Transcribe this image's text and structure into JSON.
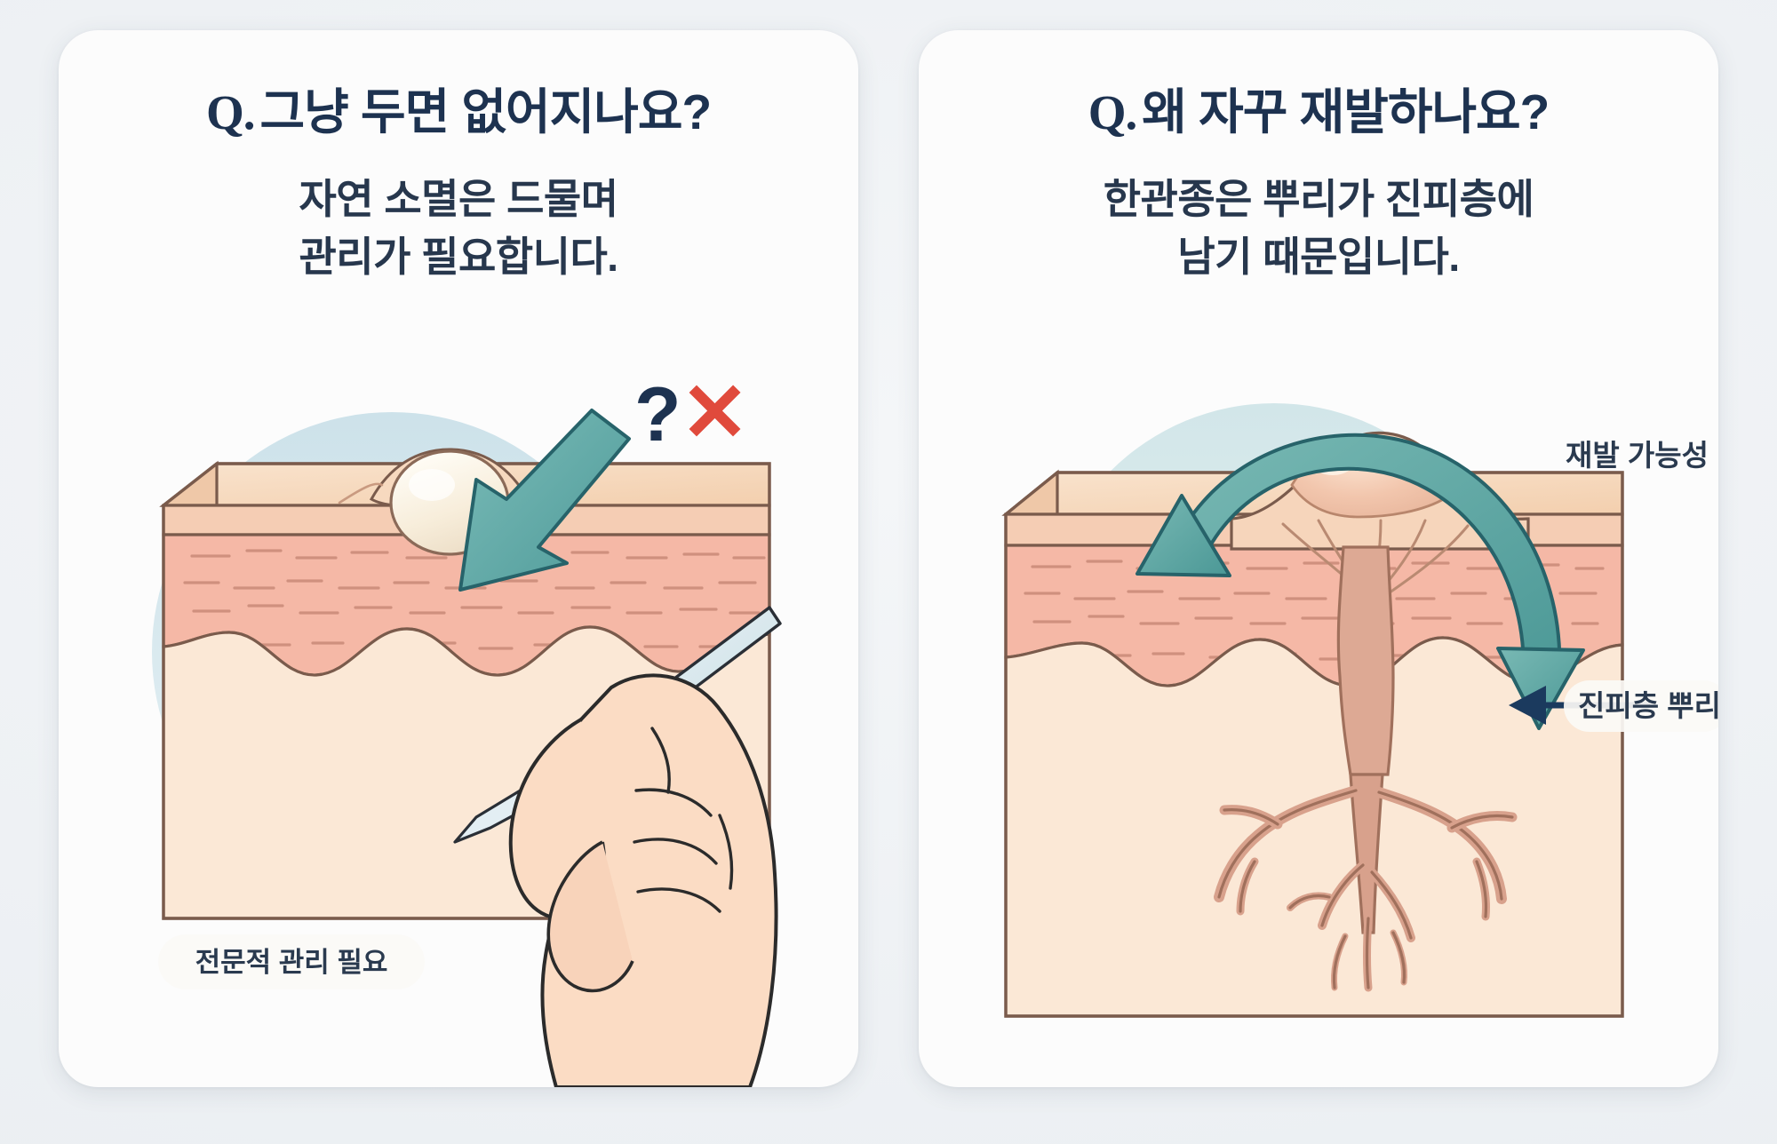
{
  "background_color": "#eef1f4",
  "cards": [
    {
      "id": "card-natural-resolution",
      "q_prefix": "Q.",
      "title": "그냥 두면 없어지나요?",
      "subtitle_line1": "자연 소멸은 드물며",
      "subtitle_line2": "관리가 필요합니다.",
      "badge_label": "전문적 관리 필요",
      "marks": {
        "question": "?",
        "cross": "✕"
      },
      "icons": {
        "arrow": "diagonal-arrow-icon",
        "question": "question-mark-icon",
        "cross": "red-cross-icon",
        "hand": "hand-with-scalpel-icon",
        "skin": "skin-cross-section-icon",
        "bump": "syringoma-bump-icon"
      }
    },
    {
      "id": "card-recurrence",
      "q_prefix": "Q.",
      "title": "왜 자꾸 재발하나요?",
      "subtitle_line1": "한관종은 뿌리가 진피층에",
      "subtitle_line2": "남기 때문입니다.",
      "annotation_top": "재발 가능성",
      "annotation_bottom": "진피층 뿌리",
      "icons": {
        "curved_arrow": "curved-recurrence-arrow-icon",
        "pointer_arrow": "left-pointing-arrow-icon",
        "skin": "skin-cross-section-icon",
        "root": "dermal-root-icon"
      }
    }
  ],
  "colors": {
    "card_bg": "#fcfcfc",
    "title_navy": "#1d3250",
    "body_navy": "#27374d",
    "teal_arrow": "#5fa8a6",
    "teal_arrow_dark": "#27636a",
    "red_cross": "#e04a3c",
    "halo_blue": "#cfe3ea",
    "skin_top": "#f6d9c0",
    "skin_epidermis": "#f2c7b0",
    "skin_dermis": "#f4b9a8",
    "skin_subcutis": "#fbe7d5",
    "skin_outline": "#7a5b4c",
    "root_brown": "#c08b75",
    "bump_cream": "#fdf6ea",
    "navy_pointer": "#1b3a5e"
  }
}
